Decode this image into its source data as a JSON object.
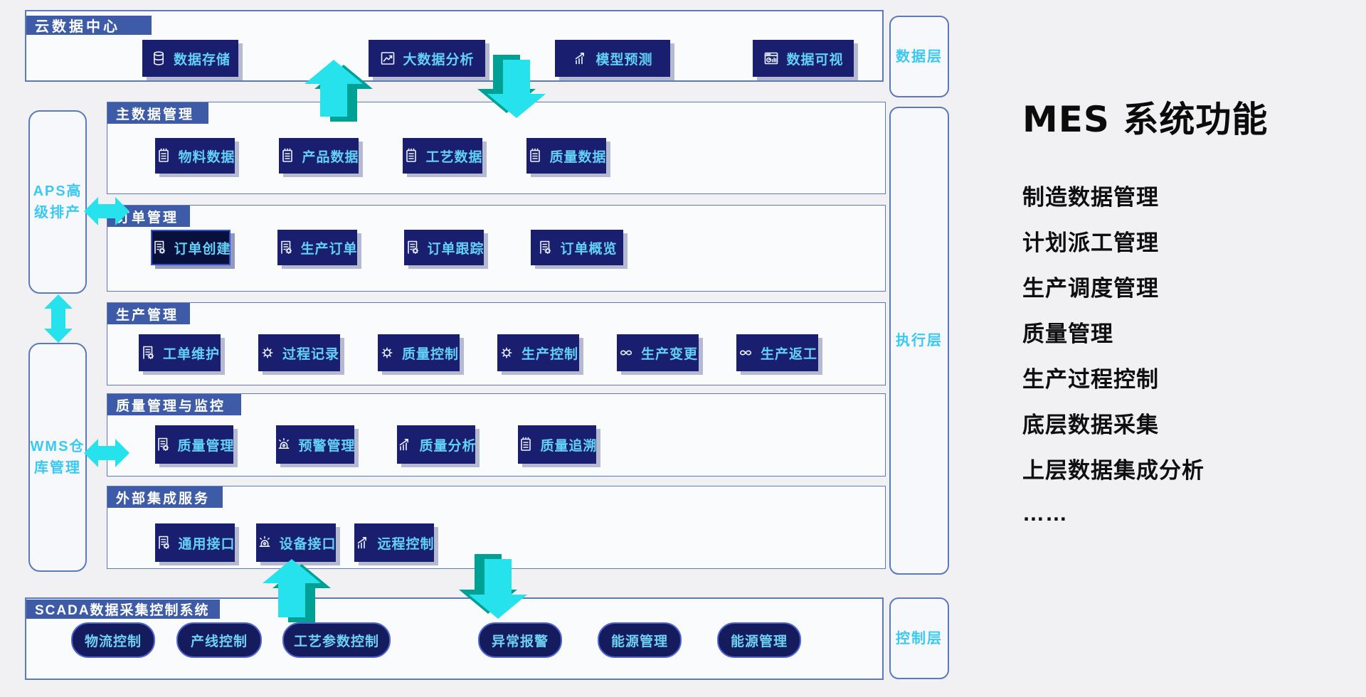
{
  "page": {
    "background": "#f1f1f3"
  },
  "cloud": {
    "tab": "云数据中心",
    "buttons": [
      {
        "name": "data-storage",
        "label": "数据存储",
        "icon": "database"
      },
      {
        "name": "big-data-analysis",
        "label": "大数据分析",
        "icon": "line-chart"
      },
      {
        "name": "model-prediction",
        "label": "模型预测",
        "icon": "bar-chart"
      },
      {
        "name": "data-visualization",
        "label": "数据可视",
        "icon": "dashboard"
      }
    ]
  },
  "rows": [
    {
      "name": "master-data-management",
      "tab": "主数据管理",
      "buttons": [
        {
          "name": "material-data",
          "label": "物料数据",
          "icon": "clipboard"
        },
        {
          "name": "product-data",
          "label": "产品数据",
          "icon": "clipboard"
        },
        {
          "name": "process-data",
          "label": "工艺数据",
          "icon": "clipboard"
        },
        {
          "name": "quality-data",
          "label": "质量数据",
          "icon": "clipboard"
        }
      ]
    },
    {
      "name": "order-management",
      "tab": "订单管理",
      "buttons": [
        {
          "name": "order-create",
          "label": "订单创建",
          "icon": "doc-gear",
          "selected": true
        },
        {
          "name": "production-order",
          "label": "生产订单",
          "icon": "doc-gear"
        },
        {
          "name": "order-tracking",
          "label": "订单跟踪",
          "icon": "doc-gear"
        },
        {
          "name": "order-overview",
          "label": "订单概览",
          "icon": "doc-gear"
        }
      ]
    },
    {
      "name": "production-management",
      "tab": "生产管理",
      "buttons": [
        {
          "name": "work-order-maintenance",
          "label": "工单维护",
          "icon": "doc-gear"
        },
        {
          "name": "process-record",
          "label": "过程记录",
          "icon": "gear"
        },
        {
          "name": "quality-control",
          "label": "质量控制",
          "icon": "gear"
        },
        {
          "name": "production-control",
          "label": "生产控制",
          "icon": "gear"
        },
        {
          "name": "production-change",
          "label": "生产变更",
          "icon": "infinity"
        },
        {
          "name": "production-rework",
          "label": "生产返工",
          "icon": "infinity"
        }
      ]
    },
    {
      "name": "quality-management-monitoring",
      "tab": "质量管理与监控",
      "buttons": [
        {
          "name": "quality-management",
          "label": "质量管理",
          "icon": "doc-gear"
        },
        {
          "name": "alert-management",
          "label": "预警管理",
          "icon": "alarm"
        },
        {
          "name": "quality-analysis",
          "label": "质量分析",
          "icon": "bar-chart"
        },
        {
          "name": "quality-traceability",
          "label": "质量追溯",
          "icon": "clipboard"
        }
      ]
    },
    {
      "name": "external-integration-services",
      "tab": "外部集成服务",
      "buttons": [
        {
          "name": "general-interface",
          "label": "通用接口",
          "icon": "doc-gear"
        },
        {
          "name": "device-interface",
          "label": "设备接口",
          "icon": "alarm"
        },
        {
          "name": "remote-control",
          "label": "远程控制",
          "icon": "bar-chart"
        }
      ]
    }
  ],
  "scada": {
    "tab": "SCADA数据采集控制系统",
    "buttons": [
      {
        "name": "logistics-control",
        "label": "物流控制"
      },
      {
        "name": "line-control",
        "label": "产线控制"
      },
      {
        "name": "process-parameter-control",
        "label": "工艺参数控制"
      },
      {
        "name": "abnormal-alarm",
        "label": "异常报警"
      },
      {
        "name": "energy-management-1",
        "label": "能源管理"
      },
      {
        "name": "energy-management-2",
        "label": "能源管理"
      }
    ]
  },
  "side_systems": [
    {
      "name": "aps-system",
      "label": "APS高\n级排产"
    },
    {
      "name": "wms-system",
      "label": "WMS仓\n库管理"
    }
  ],
  "layers": [
    {
      "name": "data-layer",
      "label": "数据层"
    },
    {
      "name": "execution-layer",
      "label": "执行层"
    },
    {
      "name": "control-layer",
      "label": "控制层"
    }
  ],
  "side_panel": {
    "title": "MES 系统功能",
    "items": [
      "制造数据管理",
      "计划派工管理",
      "生产调度管理",
      "质量管理",
      "生产过程控制",
      "底层数据采集",
      "上层数据集成分析",
      "……"
    ]
  },
  "colors": {
    "tab_blue": "#3d5ba6",
    "button_navy": "#191f6e",
    "button_text": "#63d0f5",
    "cyan_label": "#3bc9f2",
    "arrow_cyan": "#25e2ec",
    "arrow_teal": "#00a195",
    "box_border": "#5b79bb",
    "pill_navy": "#141c5e"
  }
}
